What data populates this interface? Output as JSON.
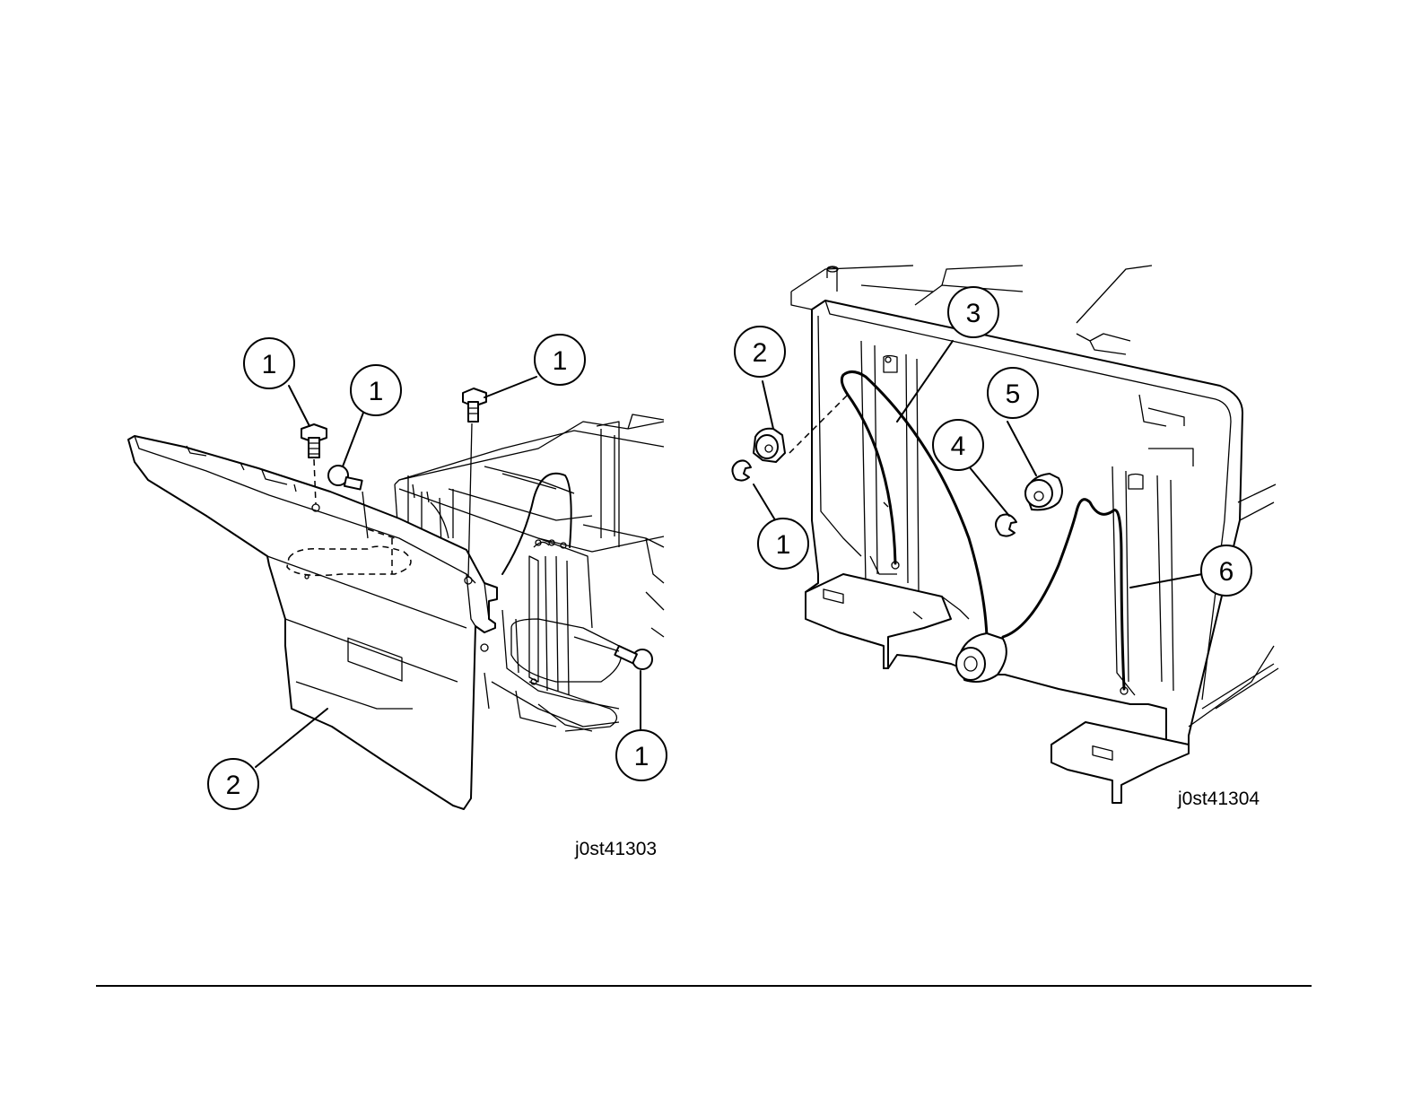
{
  "figures": [
    {
      "id_label": "j0st41303",
      "callouts": [
        "1",
        "1",
        "1",
        "1",
        "2"
      ]
    },
    {
      "id_label": "j0st41304",
      "callouts": [
        "1",
        "2",
        "3",
        "4",
        "5",
        "6"
      ]
    }
  ],
  "footer_rule": true
}
